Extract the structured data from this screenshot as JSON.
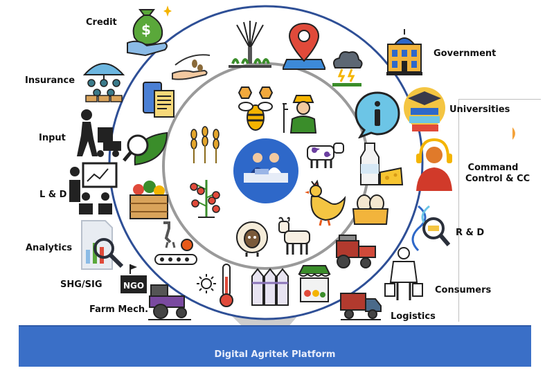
{
  "platform": {
    "label": "Digital Agritek Platform"
  },
  "labels": {
    "credit": "Credit",
    "insurance": "Insurance",
    "input": "Input",
    "ld": "L & D",
    "analytics": "Analytics",
    "shg": "SHG/SIG",
    "farm_mech": "Farm Mech.",
    "government": "Government",
    "universities": "Universities",
    "command_line1": "Command",
    "command_line2": "Control  & CC",
    "rd": "R & D",
    "consumers": "Consumers",
    "logistics": "Logistics"
  },
  "badges": {
    "ngo": "NGO",
    "money": "$"
  },
  "colors": {
    "outer_ring": "#2e4f96",
    "inner_ring": "#9a9a9a",
    "platform_bar": "#3a6fc7",
    "hub": "#2e68c9"
  },
  "icons": [
    "money-bag-icon",
    "umbrella-people-icon",
    "farmer-cart-icon",
    "teacher-board-icon",
    "analytics-report-icon",
    "ngo-flag-icon",
    "tractor-icon",
    "government-building-icon",
    "graduation-books-icon",
    "call-center-agent-icon",
    "dna-lens-icon",
    "consumer-shopping-icon",
    "delivery-truck-icon",
    "seed-hand-icon",
    "irrigation-sprinkler-icon",
    "location-pin-icon",
    "storm-cloud-icon",
    "info-bubble-icon",
    "milk-cheese-icon",
    "eggs-crate-icon",
    "harvester-icon",
    "market-stall-icon",
    "grain-silos-icon",
    "thermometer-sun-icon",
    "robot-arm-conveyor-icon",
    "vegetable-crate-icon",
    "leaf-magnifier-icon",
    "tablet-document-icon",
    "bee-hive-icon",
    "farmer-icon",
    "cow-icon",
    "hen-icon",
    "goat-icon",
    "sheep-icon",
    "tomato-plant-icon",
    "wheat-icon",
    "meeting-hub-icon"
  ]
}
